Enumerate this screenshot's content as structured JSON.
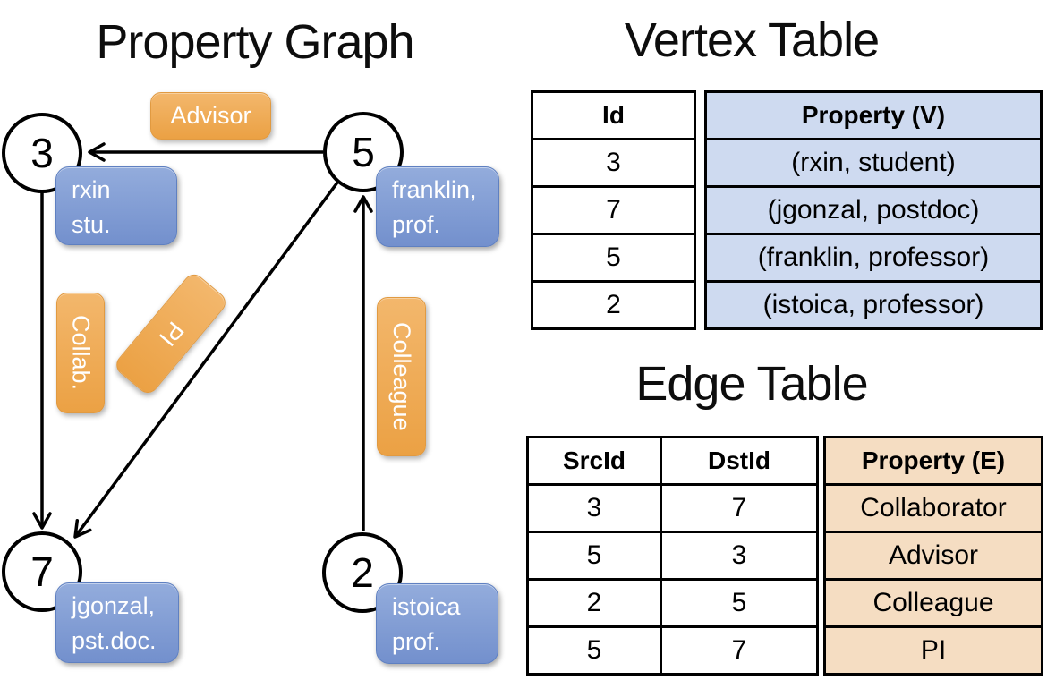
{
  "titles": {
    "graph": "Property Graph",
    "vertex_table": "Vertex Table",
    "edge_table": "Edge Table"
  },
  "graph": {
    "nodes": [
      {
        "id": "3",
        "property_lines": [
          "rxin",
          "stu."
        ]
      },
      {
        "id": "5",
        "property_lines": [
          "franklin,",
          "prof."
        ]
      },
      {
        "id": "7",
        "property_lines": [
          "jgonzal,",
          "pst.doc."
        ]
      },
      {
        "id": "2",
        "property_lines": [
          "istoica",
          "prof."
        ]
      }
    ],
    "edge_labels": [
      {
        "label": "Advisor"
      },
      {
        "label": "Collab."
      },
      {
        "label": "PI"
      },
      {
        "label": "Colleague"
      }
    ]
  },
  "vertex_table": {
    "headers": {
      "id": "Id",
      "property": "Property (V)"
    },
    "rows": [
      {
        "id": "3",
        "property": "(rxin, student)"
      },
      {
        "id": "7",
        "property": "(jgonzal, postdoc)"
      },
      {
        "id": "5",
        "property": "(franklin, professor)"
      },
      {
        "id": "2",
        "property": "(istoica, professor)"
      }
    ]
  },
  "edge_table": {
    "headers": {
      "src": "SrcId",
      "dst": "DstId",
      "property": "Property (E)"
    },
    "rows": [
      {
        "src": "3",
        "dst": "7",
        "property": "Collaborator"
      },
      {
        "src": "5",
        "dst": "3",
        "property": "Advisor"
      },
      {
        "src": "2",
        "dst": "5",
        "property": "Colleague"
      },
      {
        "src": "5",
        "dst": "7",
        "property": "PI"
      }
    ]
  },
  "colors": {
    "edge_label_orange": "#EBA144",
    "vertex_label_blue": "#7390CD",
    "vertex_table_fill": "#CEDAF0",
    "edge_table_fill": "#F5DDC2",
    "line_black": "#000000"
  }
}
